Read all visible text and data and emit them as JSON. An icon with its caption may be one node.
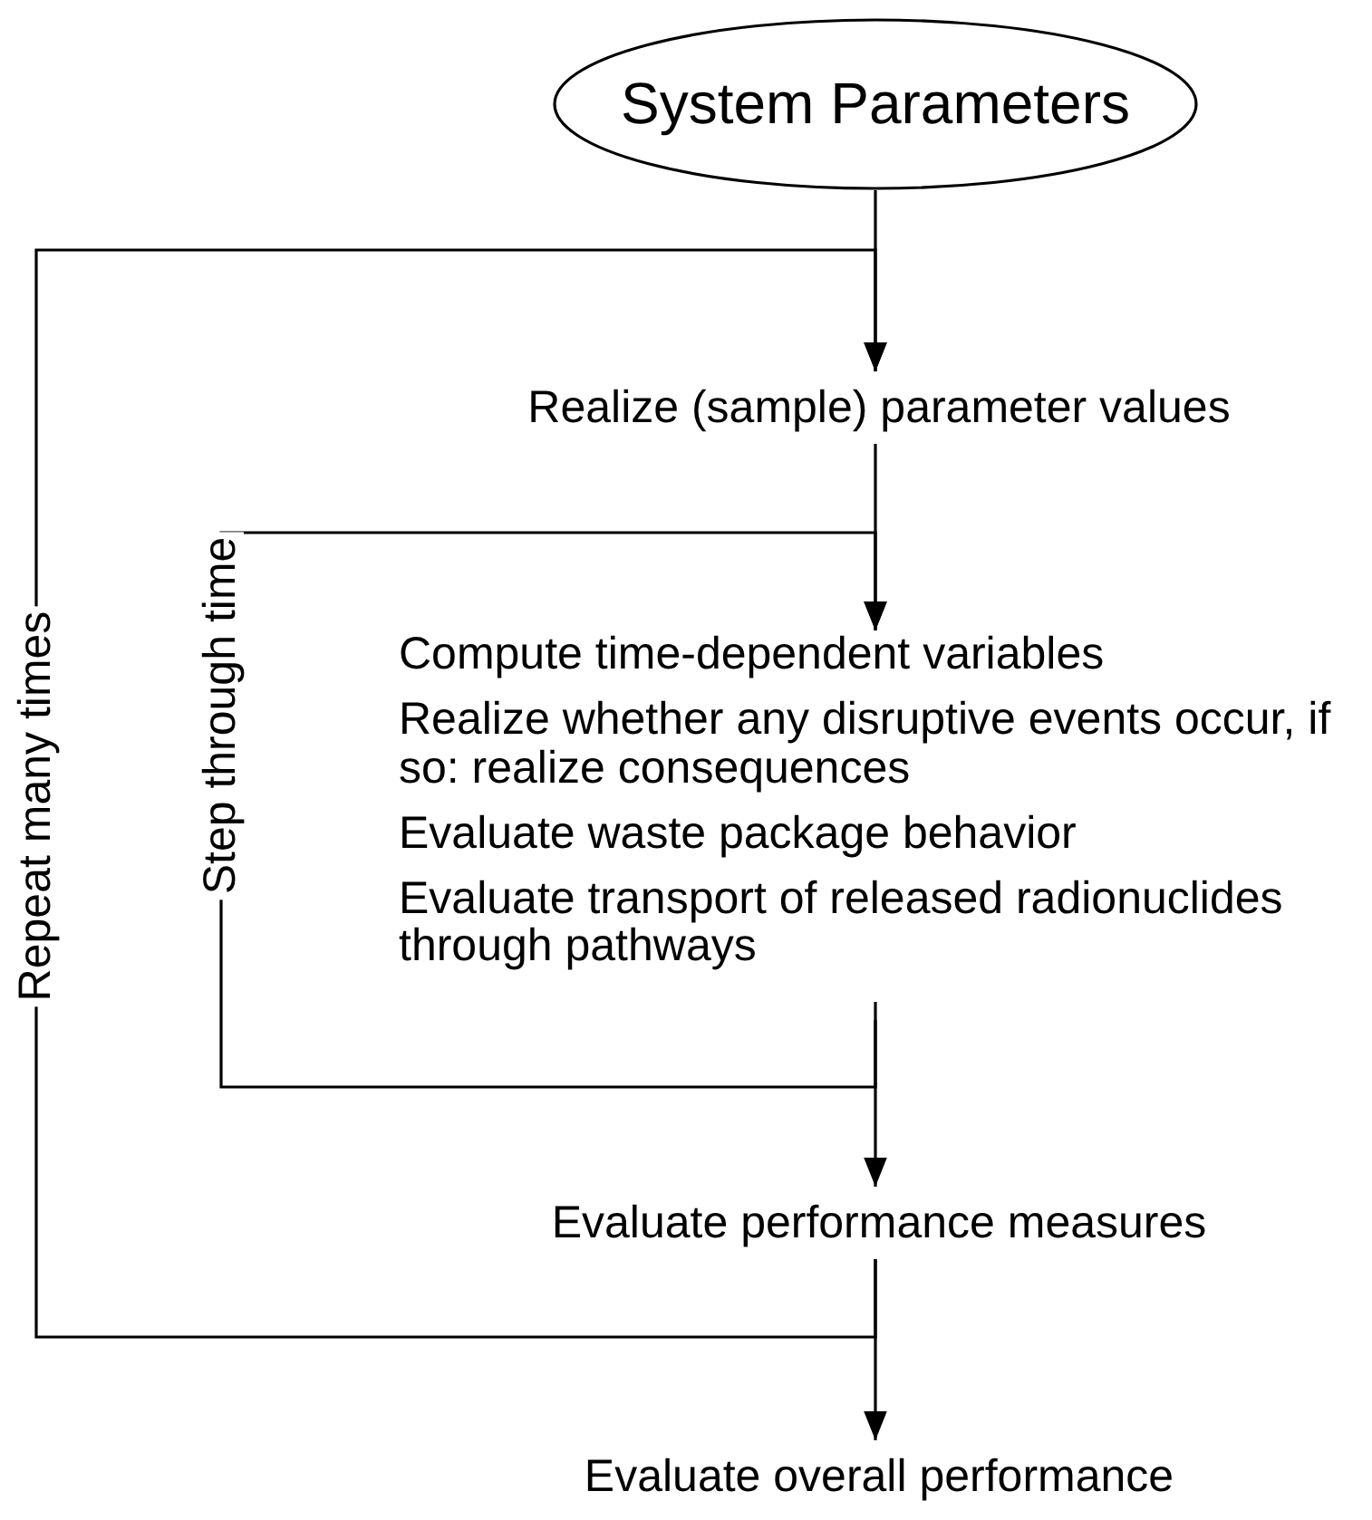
{
  "diagram": {
    "nodes": [
      {
        "text": [
          "System Parameters"
        ]
      },
      {
        "text": [
          "Realize (sample) parameter values"
        ]
      },
      {
        "text": [
          "Compute time-dependent variables",
          "Realize whether any disruptive events occur, if so: realize consequences",
          "Evaluate waste package behavior",
          "Evaluate transport of released radionuclides through pathways"
        ]
      },
      {
        "text": [
          "Evaluate performance measures"
        ]
      },
      {
        "text": [
          "Evaluate overall performance"
        ]
      }
    ],
    "edges": [
      {
        "from": 0,
        "to": 1,
        "arrow": "to"
      },
      {
        "from": 1,
        "to": 2,
        "arrow": "to"
      },
      {
        "from": 2,
        "to": 3,
        "arrow": "to"
      },
      {
        "from": 3,
        "to": 4,
        "arrow": "to"
      },
      {
        "from": 2,
        "to": 2,
        "arrow": "to",
        "label": "Step through time"
      },
      {
        "from": 3,
        "to": 1,
        "arrow": "to",
        "label": "Repeat many times"
      }
    ]
  }
}
